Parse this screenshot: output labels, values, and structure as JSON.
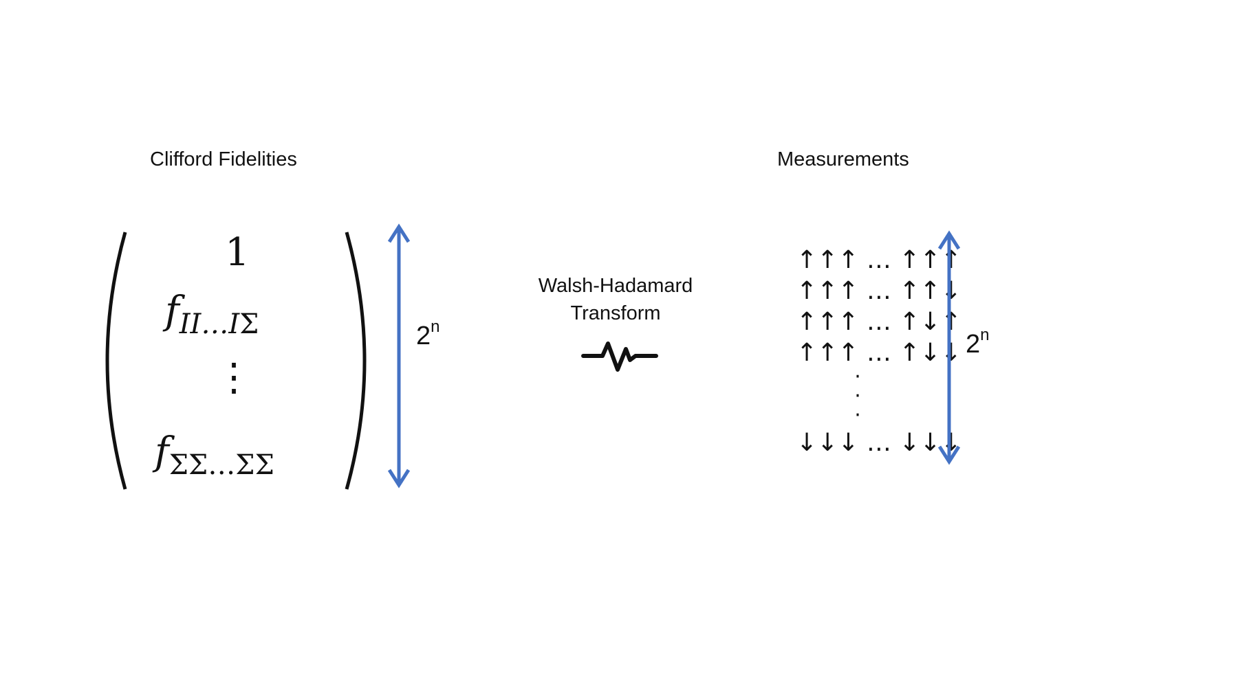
{
  "left": {
    "title": "Clifford Fidelities",
    "vector": {
      "row1": "1",
      "row2_base": "f",
      "row2_sub_a": "II…I",
      "row2_sub_b": "Σ",
      "vdots": "⋮",
      "row4_base": "f",
      "row4_sub": "ΣΣ…ΣΣ"
    },
    "dimension": {
      "base": "2",
      "exp": "n"
    }
  },
  "middle": {
    "label_line1": "Walsh-Hadamard",
    "label_line2": "Transform",
    "icon": "squiggle-arrow-icon"
  },
  "right": {
    "title": "Measurements",
    "rows": [
      "↑↑↑ … ↑↑↑",
      "↑↑↑ … ↑↑↓",
      "↑↑↑ … ↑↓↑",
      "↑↑↑ … ↑↓↓"
    ],
    "vdots": "·\n·\n·",
    "last_row": "↓↓↓ … ↓↓↓",
    "dimension": {
      "base": "2",
      "exp": "n"
    }
  },
  "colors": {
    "arrow": "#4472C4",
    "text": "#111111"
  }
}
